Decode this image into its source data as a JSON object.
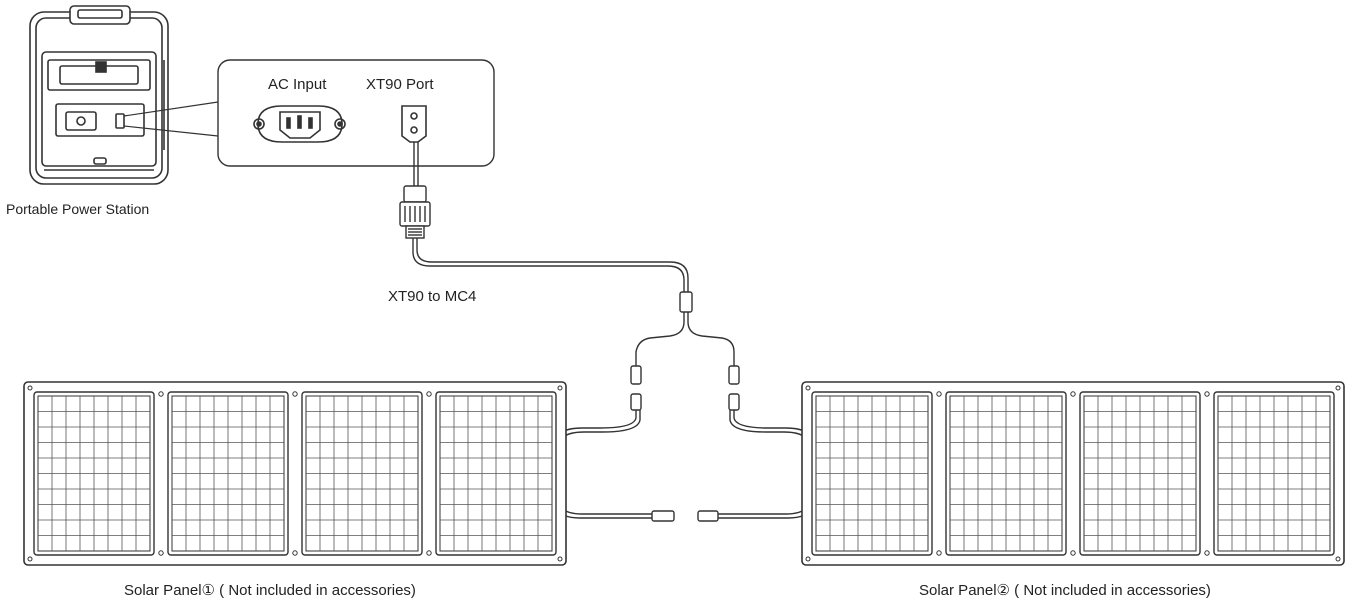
{
  "labels": {
    "ac_input": "AC Input",
    "xt90_port": "XT90 Port",
    "power_station": "Portable Power Station",
    "cable": "XT90 to MC4",
    "solar_panel_1": "Solar Panel① ( Not included in accessories)",
    "solar_panel_2": "Solar Panel② ( Not included in accessories)"
  },
  "colors": {
    "line": "#333333",
    "fill": "#ffffff",
    "cell_line": "#555555",
    "text": "#222222"
  }
}
